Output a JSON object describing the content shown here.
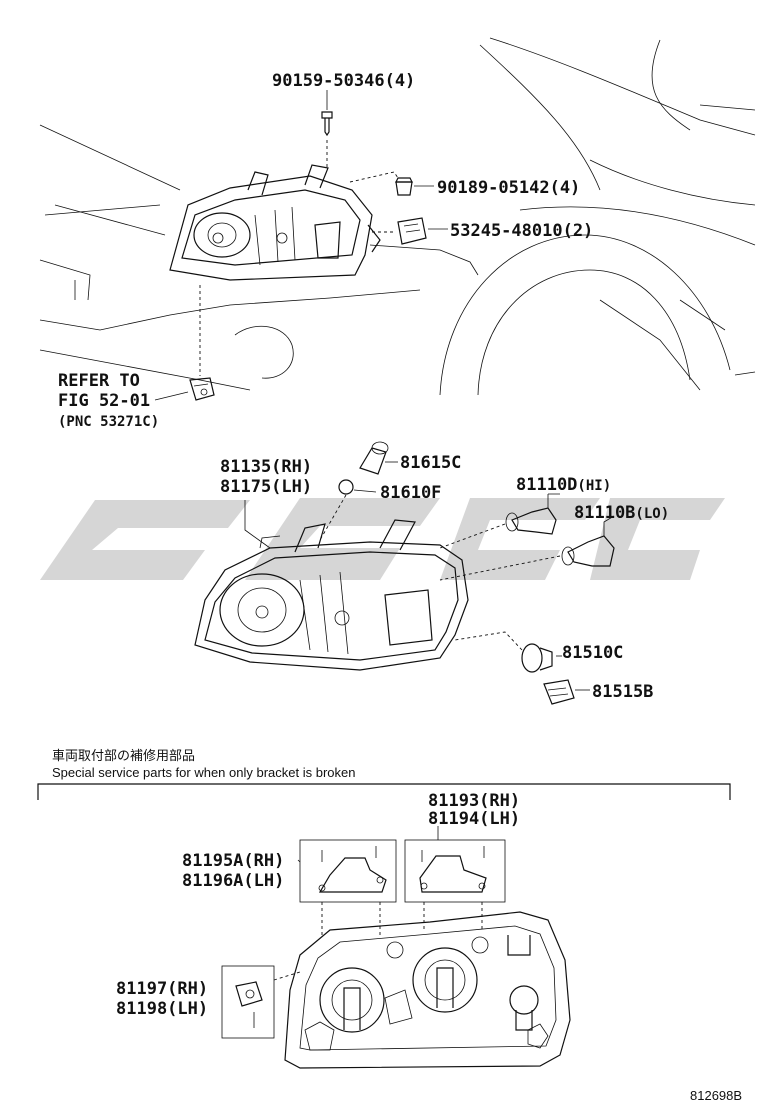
{
  "parts": {
    "screw_top": "90159-50346(4)",
    "clip": "90189-05142(4)",
    "retainer": "53245-48010(2)",
    "unit_rh": "81135(RH)",
    "unit_lh": "81175(LH)",
    "bulb_small": "81615C",
    "socket_small": "81610F",
    "bulb_hi_num": "81110D",
    "bulb_hi_tag": "(HI)",
    "bulb_lo_num": "81110B",
    "bulb_lo_tag": "(LO)",
    "bulb_turn": "81510C",
    "socket_turn": "81515B",
    "bracket_top_rh": "81193(RH)",
    "bracket_top_lh": "81194(LH)",
    "bracket_inner_rh": "81195A(RH)",
    "bracket_inner_lh": "81196A(LH)",
    "bracket_side_rh": "81197(RH)",
    "bracket_side_lh": "81198(LH)"
  },
  "refer": {
    "line1": "REFER TO",
    "line2": "FIG 52-01",
    "line3": "(PNC 53271C)"
  },
  "notes": {
    "japanese": "車両取付部の補修用部品",
    "english": "Special service parts for when only bracket is broken"
  },
  "figure_id": "812698B"
}
